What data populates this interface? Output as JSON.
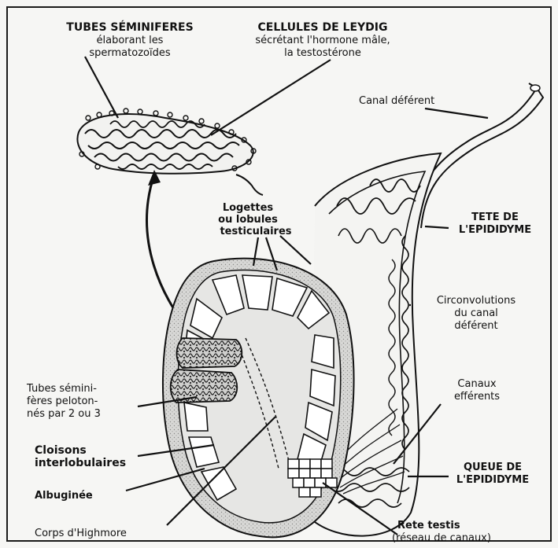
{
  "labels": {
    "tubes_title": "TUBES SÉMINIFERES",
    "tubes_sub1": "élaborant les",
    "tubes_sub2": "spermatozoïdes",
    "leydig_title": "CELLULES DE LEYDIG",
    "leydig_sub1": "sécrétant l'hormone mâle,",
    "leydig_sub2": "la testostérone",
    "canal_deferent": "Canal déférent",
    "logettes1": "Logettes",
    "logettes2": "ou lobules",
    "logettes3": "testiculaires",
    "tete1": "TETE DE",
    "tete2": "L'EPIDIDYME",
    "circ1": "Circonvolutions",
    "circ2": "du canal",
    "circ3": "déférent",
    "canaux1": "Canaux",
    "canaux2": "efférents",
    "tubes_pel1": "Tubes sémini-",
    "tubes_pel2": "fères peloton-",
    "tubes_pel3": "nés par 2 ou 3",
    "cloisons1": "Cloisons",
    "cloisons2": "interlobulaires",
    "queue1": "QUEUE DE",
    "queue2": "L'EPIDIDYME",
    "albuginee": "Albuginée",
    "rete1": "Rete testis",
    "rete2": "(réseau de canaux)",
    "corps": "Corps d'Highmore"
  }
}
